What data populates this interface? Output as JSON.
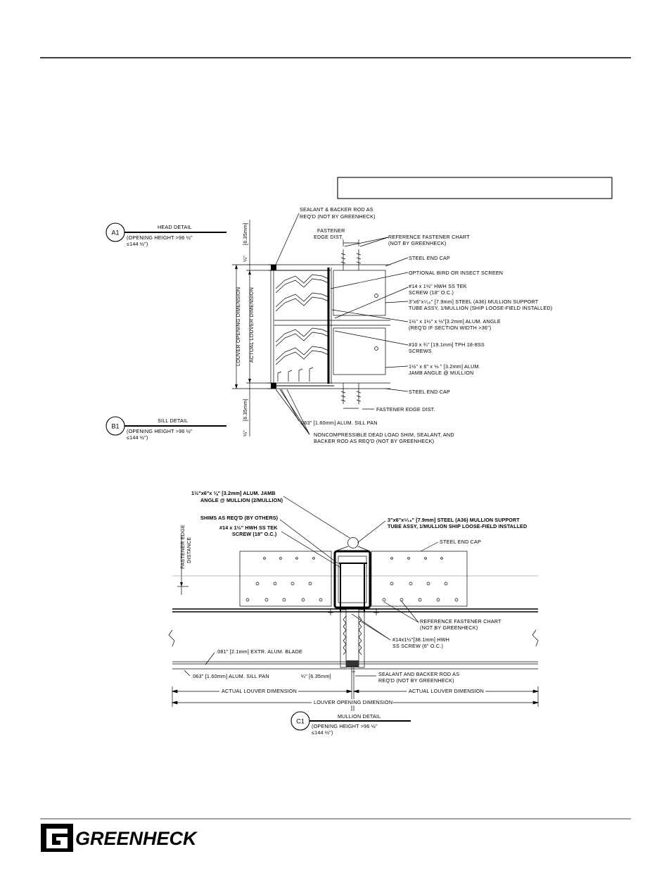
{
  "head_sill": {
    "a1": {
      "tag": "A1",
      "title": "HEAD DETAIL",
      "note1": "(OPENING HEIGHT >96 ½\"",
      "note2": "≤144 ½\")"
    },
    "b1": {
      "tag": "B1",
      "title": "SILL DETAIL",
      "note1": "(OPENING HEIGHT >96 ½\"",
      "note2": "≤144 ½\")"
    },
    "dim_louver_opening": "LOUVER OPENING DIMENSION",
    "dim_actual_louver": "ACTUAL LOUVER DIMENSION",
    "dim_quarter": "¼\"",
    "dim_metric": "[6.35mm]",
    "callouts": [
      [
        "SEALANT & BACKER ROD AS",
        "REQ'D (NOT BY GREENHECK)"
      ],
      [
        "FASTENER",
        "EDGE DIST."
      ],
      [
        "REFERENCE FASTENER CHART",
        "(NOT BY GREENHECK)"
      ],
      [
        "STEEL END CAP"
      ],
      [
        "OPTIONAL BIRD OR INSECT SCREEN"
      ],
      [
        "#14 x 1½\" HWH SS TEK",
        "SCREW (18\" O.C.)"
      ],
      [
        "3\"x6\"x⁵⁄₁₆\" [7.9mm] STEEL (A36) MULLION SUPPORT",
        "TUBE ASSY, 1/MULLION (SHIP LOOSE-FIELD INSTALLED)"
      ],
      [
        "1½\" x 1½\" x ⅛\"[3.2mm] ALUM. ANGLE",
        "(REQ'D IF SECTION WIDTH >36\")"
      ],
      [
        "#10 x ¾\" [19.1mm] TPH 18-8SS",
        "SCREWS"
      ],
      [
        "1½\" x 6\" x ⅛ \" [3.2mm] ALUM.",
        "JAMB ANGLE @ MULLION"
      ],
      [
        "STEEL END CAP"
      ],
      [
        "FASTENER EDGE DIST."
      ],
      [
        ".063\" [1.60mm] ALUM. SILL PAN"
      ],
      [
        "NONCOMPRESSIBLE DEAD LOAD SHIM, SEALANT, AND",
        "BACKER ROD AS REQ'D (NOT BY GREENHECK)"
      ]
    ]
  },
  "mullion": {
    "c1": {
      "tag": "C1",
      "title": "MULLION DETAIL",
      "note1": "(OPENING HEIGHT >96 ½\"",
      "note2": "≤144 ½\")"
    },
    "fastener_edge": [
      "FASTENER EDGE",
      "DISTANCE"
    ],
    "callouts": [
      [
        "1½\"x6\"x ⅛\" [3.2mm] ALUM. JAMB",
        "ANGLE @ MULLION (2/MULLION)"
      ],
      [
        "SHIMS AS REQ'D (BY OTHERS)"
      ],
      [
        "#14 x 1½\" HWH SS TEK",
        "SCREW (18\" O.C.)"
      ],
      [
        "3\"x6\"x⁵⁄₁₆\" [7.9mm] STEEL (A36) MULLION SUPPORT",
        "TUBE ASSY, 1/MULLION SHIP LOOSE-FIELD INSTALLED"
      ],
      [
        "STEEL END CAP"
      ],
      [
        "REFERENCE FASTENER CHART",
        "(NOT BY GREENHECK)"
      ],
      [
        "#14x1½\"[38.1mm] HWH",
        "SS SCREW (6\" O.C.)"
      ],
      [
        ".081\" [2.1mm] EXTR. ALUM. BLADE"
      ],
      [
        ".063\" [1.60mm] ALUM. SILL PAN"
      ],
      [
        "¼\" [6.35mm]"
      ],
      [
        "SEALANT AND BACKER ROD AS",
        "REQ'D (NOT BY GREENHECK)"
      ]
    ],
    "dim_actual_left": "ACTUAL LOUVER DIMENSION",
    "dim_actual_right": "ACTUAL LOUVER DIMENSION",
    "dim_opening": "LOUVER OPENING DIMENSION"
  },
  "footer": {
    "brand": "GREENHECK",
    "registered": "®"
  }
}
